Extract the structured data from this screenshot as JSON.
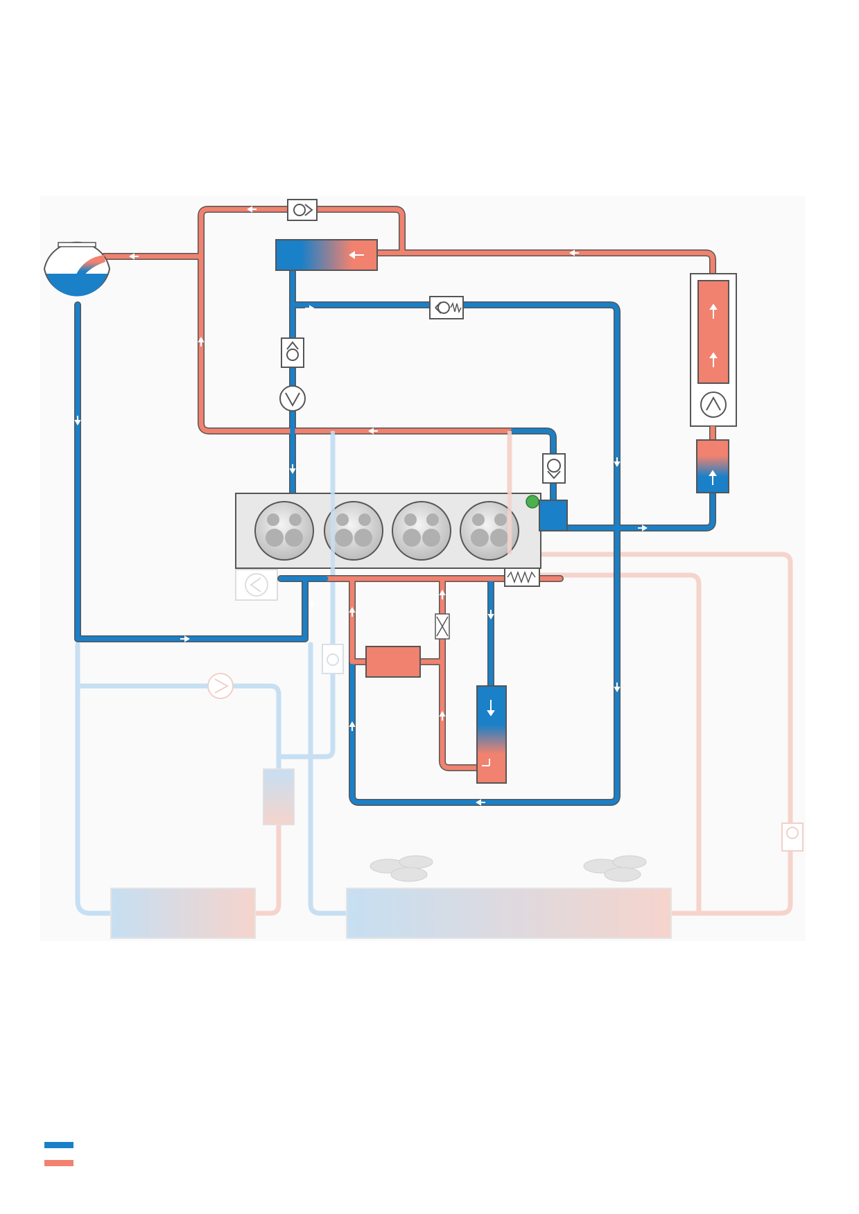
{
  "colors": {
    "cold": "#1a80c8",
    "hot": "#f0826f",
    "cold_faded": "#c6dff2",
    "hot_faded": "#f5d4cc",
    "outline": "#555555",
    "engine_block": "#e8e8e8",
    "background_panel": "#fafafa",
    "sensor": "#4caf50"
  },
  "legend": {
    "items": [
      {
        "key": "cold",
        "label": ""
      },
      {
        "key": "hot",
        "label": ""
      }
    ]
  },
  "components": {
    "expansion_tank": {
      "icon": "expansion-tank-icon"
    },
    "main_pump": {
      "icon": "pump-icon"
    },
    "secondary_pump": {
      "icon": "pump-icon"
    },
    "cylinder_count": 4,
    "fans": {
      "icon": "fan-icon",
      "count": 2
    }
  }
}
